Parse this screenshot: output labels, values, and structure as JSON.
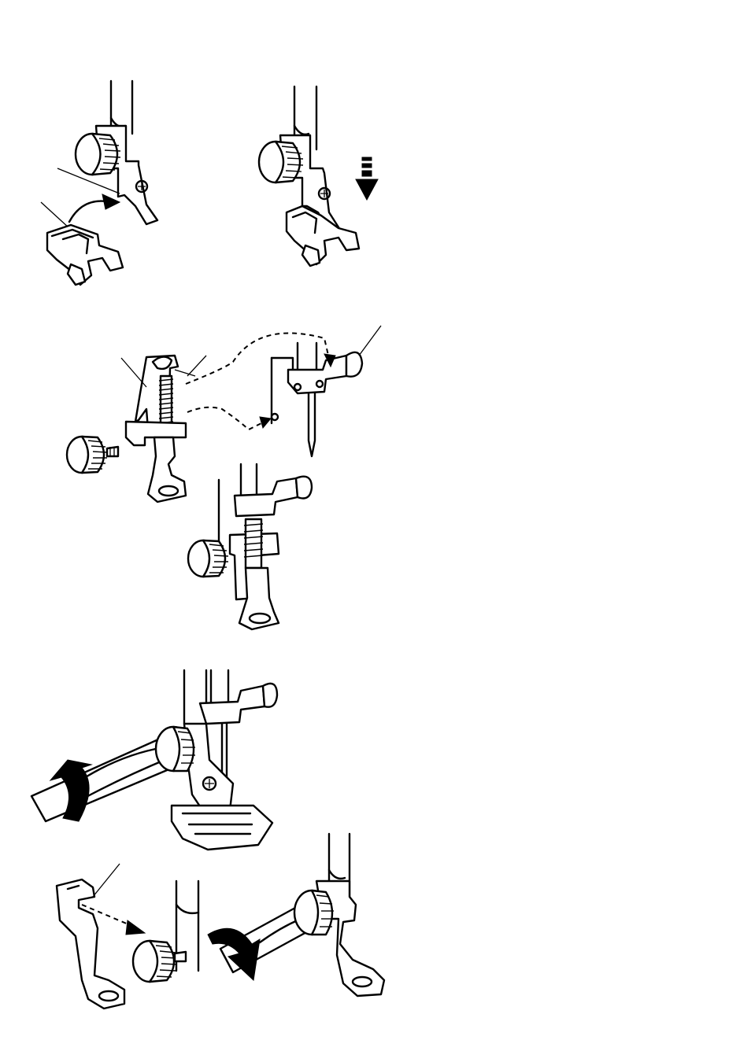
{
  "page": {
    "background": "#ffffff",
    "ink": "#000000"
  },
  "figures": [
    {
      "id": "fig-snap-on-attach",
      "icon": "presser-foot-holder-icon"
    },
    {
      "id": "fig-snap-on-lower",
      "icon": "down-arrow-icon"
    },
    {
      "id": "fig-darning-foot",
      "icon": "darning-foot-icon"
    },
    {
      "id": "fig-darning-attached",
      "icon": "darning-foot-icon"
    },
    {
      "id": "fig-screwdriver-remove",
      "icon": "screwdriver-icon"
    },
    {
      "id": "fig-holder-attach",
      "icon": "foot-holder-icon"
    },
    {
      "id": "fig-screwdriver-tighten",
      "icon": "screwdriver-icon"
    }
  ]
}
